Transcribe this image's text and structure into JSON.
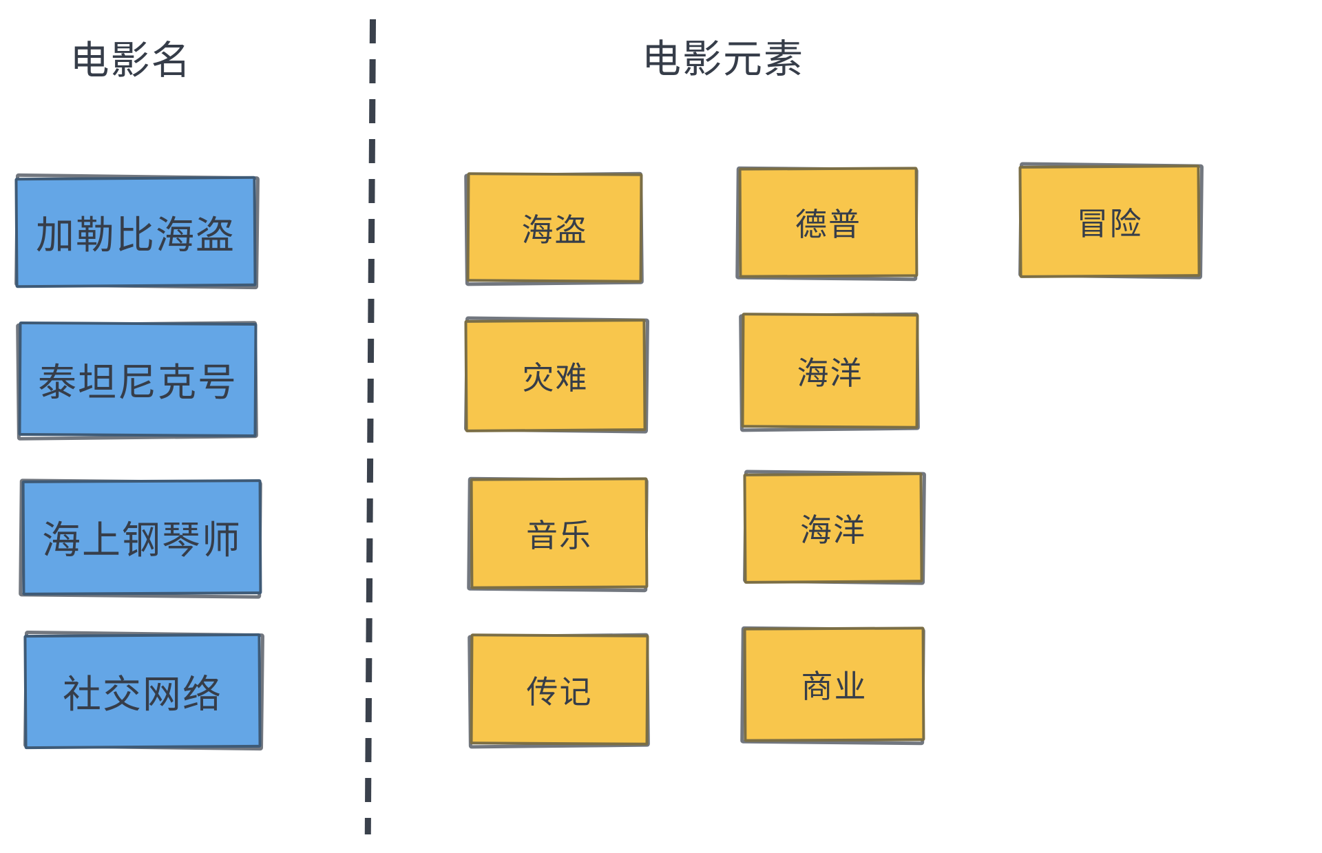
{
  "left_panel": {
    "title": "电影名",
    "movies": [
      {
        "label": "加勒比海盗"
      },
      {
        "label": "泰坦尼克号"
      },
      {
        "label": "海上钢琴师"
      },
      {
        "label": "社交网络"
      }
    ]
  },
  "right_panel": {
    "title": "电影元素",
    "elements": [
      {
        "label": "海盗"
      },
      {
        "label": "德普"
      },
      {
        "label": "冒险"
      },
      {
        "label": "灾难"
      },
      {
        "label": "海洋"
      },
      {
        "label": "音乐"
      },
      {
        "label": "海洋"
      },
      {
        "label": "传记"
      },
      {
        "label": "商业"
      }
    ]
  },
  "colors": {
    "background": "#FFFFFF",
    "text": "#363D49",
    "divider": "#3A414C",
    "sketch_outline": "#72777F",
    "movie_box_fill": "#64A6E6",
    "movie_box_stroke": "#3E5A76",
    "element_box_fill": "#F8C64C",
    "element_box_stroke": "#7B6E45"
  }
}
